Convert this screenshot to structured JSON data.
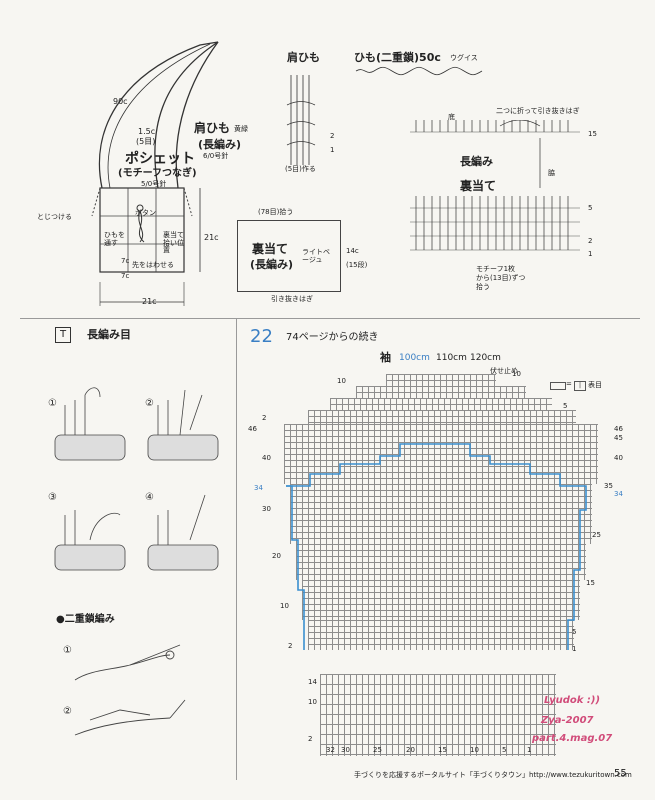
{
  "pochette": {
    "bag_title": "ポシェット",
    "bag_subtitle": "(モチーフつなぎ)",
    "bag_needle": "5/0号針",
    "strap_title": "肩ひも",
    "strap_color": "黄緑",
    "strap_stitch": "(長編み)",
    "strap_needle": "6/0号針",
    "strap_length": "90c",
    "strap_width": "1.5c",
    "strap_width_sts": "(5目)",
    "attach_label": "とじつける",
    "button_label": "ボタン",
    "loop_label": "ひもを通す",
    "fringe_label": "先をはわせる",
    "picking_label": "裏当て拾い位置",
    "height": "21c",
    "width": "21c",
    "cell_w": "7c",
    "cell_h": "7c",
    "lining_title": "裏当て",
    "lining_stitch": "(長編み)",
    "lining_color": "ライトベージュ",
    "lining_top": "(78目)拾う",
    "lining_height": "14c",
    "lining_rows": "(15段)",
    "lining_bottom": "引き抜きはぎ"
  },
  "strap_diagram": {
    "title": "肩ひも",
    "row2": "2",
    "row1": "1",
    "start_label": "(5目)作る"
  },
  "cord": {
    "title": "ひも(二重鎖)50c",
    "color": "ウグイス",
    "fold_note": "二つに折って引き抜きはぎ",
    "bottom_label": "底",
    "side_label": "脇",
    "stitch_label": "長編み",
    "lining_label": "裏当て",
    "pickup_note1": "モチーフ1枚",
    "pickup_note2": "から(13目)ずつ",
    "pickup_note3": "拾う",
    "rows": [
      "15",
      "5",
      "2",
      "1"
    ]
  },
  "tr_symbol": {
    "title": "長編み目",
    "steps": [
      "①",
      "②",
      "③",
      "④"
    ]
  },
  "double_chain": {
    "title": "●二重鎖編み",
    "steps": [
      "①",
      "②"
    ]
  },
  "section22": {
    "number": "22",
    "continued": "74ページからの続き",
    "sleeve_label": "袖",
    "size_100": "100cm",
    "size_110": "110cm",
    "size_120": "120cm",
    "bind_off": "伏せ止め",
    "legend_text": "表目",
    "left_rows": [
      "10",
      "2",
      "46",
      "40",
      "34",
      "30",
      "20",
      "10",
      "2",
      "14",
      "10",
      "2"
    ],
    "right_rows": [
      "10",
      "5",
      "46",
      "45",
      "40",
      "35",
      "34",
      "25",
      "15",
      "5",
      "1"
    ],
    "bottom_nums": [
      "32",
      "30",
      "25",
      "20",
      "15",
      "10",
      "5",
      "1"
    ]
  },
  "watermark": {
    "line1": "Lyudok :))",
    "line2": "Zya-2007",
    "line3": "part.4.mag.07"
  },
  "footer": {
    "text": "手づくりを応援するポータルサイト「手づくりタウン」http://www.tezukuritown.com",
    "page": "55"
  }
}
